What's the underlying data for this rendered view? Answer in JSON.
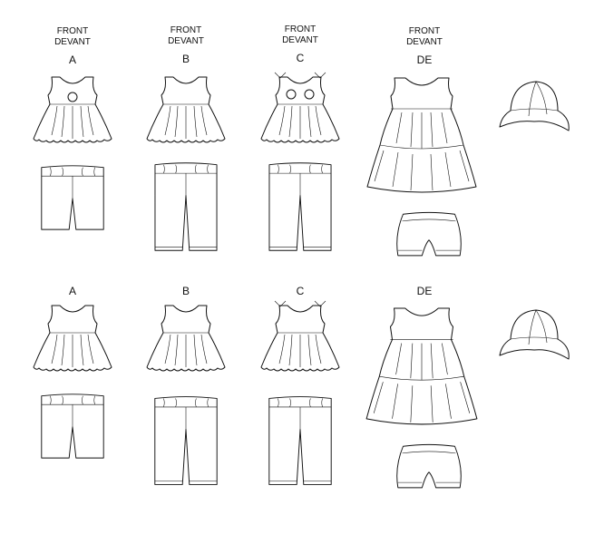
{
  "views": [
    {
      "row": "front",
      "items": [
        {
          "line1": "FRONT",
          "line2": "DEVANT",
          "letter": "A"
        },
        {
          "line1": "FRONT",
          "line2": "DEVANT",
          "letter": "B"
        },
        {
          "line1": "FRONT",
          "line2": "DEVANT",
          "letter": "C"
        },
        {
          "line1": "FRONT",
          "line2": "DEVANT",
          "letter": "DE"
        }
      ]
    },
    {
      "row": "back",
      "items": [
        {
          "letter": "A"
        },
        {
          "letter": "B"
        },
        {
          "letter": "C"
        },
        {
          "letter": "DE"
        }
      ]
    }
  ]
}
